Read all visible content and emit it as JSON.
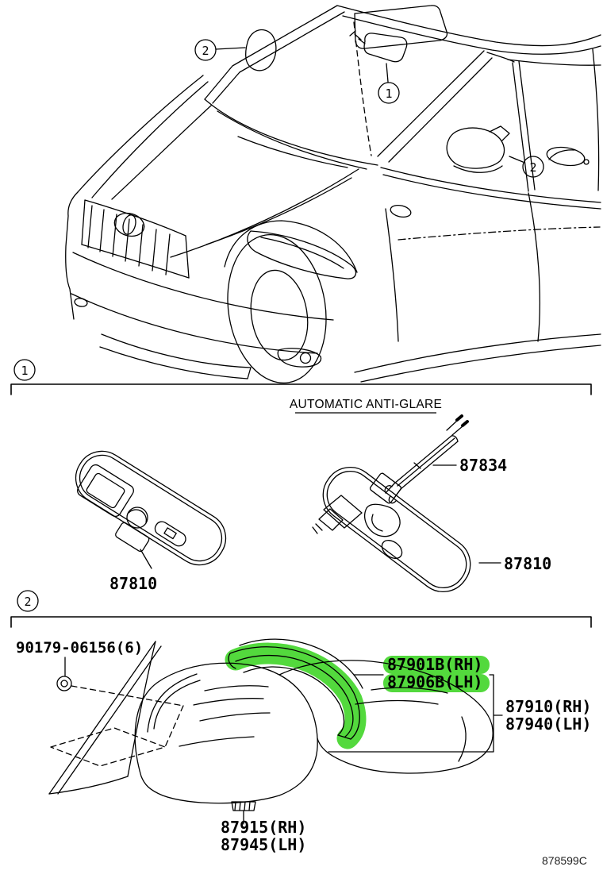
{
  "diagram": {
    "code": "878599C",
    "highlight_color": "#44d62c",
    "line_color": "#000000",
    "background": "#ffffff"
  },
  "car_view": {
    "callout_inner_mirror": "1",
    "callout_outer_mirror_front": "2",
    "callout_outer_mirror_door": "2"
  },
  "inner_mirror_section": {
    "marker": "1",
    "heading": "AUTOMATIC ANTI-GLARE",
    "mirror_left_label": "87810",
    "sensor_label": "87834",
    "mirror_right_label": "87810"
  },
  "outer_mirror_section": {
    "marker": "2",
    "screw_label": "90179-06156(6)",
    "cover_rh_label": "87901B(RH)",
    "cover_lh_label": "87906B(LH)",
    "assy_rh_label": "87910(RH)",
    "assy_lh_label": "87940(LH)",
    "glass_rh_label": "87915(RH)",
    "glass_lh_label": "87945(LH)"
  }
}
